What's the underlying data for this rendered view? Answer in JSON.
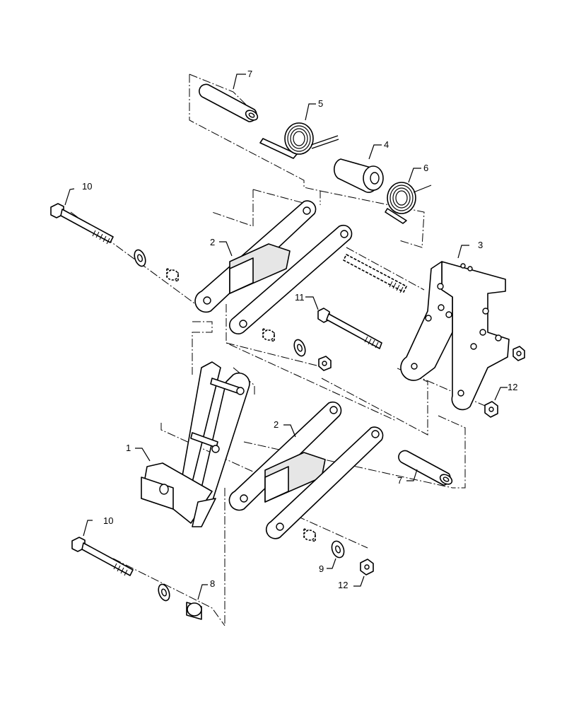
{
  "callouts": {
    "c1": "1",
    "c2a": "2",
    "c2b": "2",
    "c3": "3",
    "c4": "4",
    "c5": "5",
    "c6": "6",
    "c7a": "7",
    "c7b": "7",
    "c8": "8",
    "c9": "9",
    "c10a": "10",
    "c10b": "10",
    "c11": "11",
    "c12a": "12",
    "c12b": "12"
  },
  "colors": {
    "line": "#000000",
    "background": "#ffffff",
    "shade": "#e6e6e6"
  }
}
